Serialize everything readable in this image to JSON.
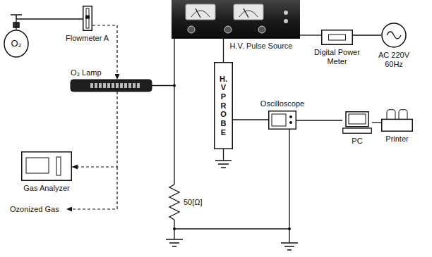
{
  "diagram": {
    "nodes": [
      {
        "text": [
          "O₂"
        ]
      },
      {
        "text": [
          "Flowmeter A"
        ]
      },
      {
        "text": [
          "H.V. Pulse Source"
        ]
      },
      {
        "text": [
          "Digital Power Meter"
        ]
      },
      {
        "text": [
          "AC 220V 60Hz"
        ]
      },
      {
        "text": [
          "O₃ Lamp"
        ]
      },
      {
        "text": [
          "H.V PROBE"
        ]
      },
      {
        "text": [
          "Oscilloscope"
        ]
      },
      {
        "text": [
          "PC"
        ]
      },
      {
        "text": [
          "Printer"
        ]
      },
      {
        "text": [
          "Gas Analyzer"
        ]
      }
    ],
    "edges": [
      {
        "from": 0,
        "to": 1,
        "arrow": "none"
      },
      {
        "from": 1,
        "to": 5,
        "arrow": "to"
      },
      {
        "from": 2,
        "to": 5,
        "arrow": "none"
      },
      {
        "from": 2,
        "to": 6,
        "arrow": "none"
      },
      {
        "from": 3,
        "to": 2,
        "arrow": "none"
      },
      {
        "from": 4,
        "to": 3,
        "arrow": "none"
      },
      {
        "from": 6,
        "to": 7,
        "arrow": "none"
      },
      {
        "from": 7,
        "to": 8,
        "arrow": "none"
      },
      {
        "from": 8,
        "to": 9,
        "arrow": "none"
      },
      {
        "from": 5,
        "to": 10,
        "arrow": "to"
      }
    ],
    "labels": [
      "Ozonized Gas",
      "50[Ω]"
    ]
  }
}
